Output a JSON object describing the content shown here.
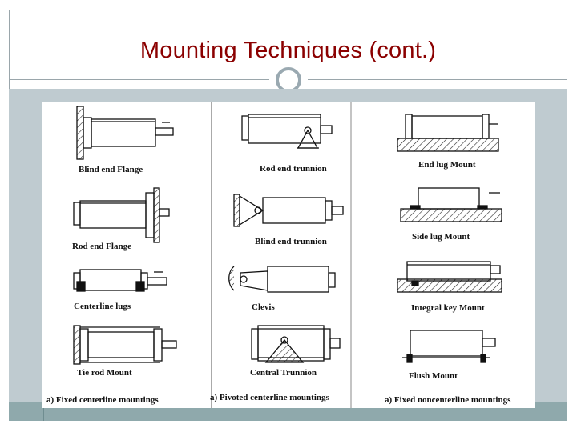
{
  "slide": {
    "title": "Mounting Techniques (cont.)"
  },
  "figure": {
    "columns": [
      {
        "caption": "a) Fixed centerline mountings",
        "items": [
          "Blind end Flange",
          "Rod end Flange",
          "Centerline lugs",
          "Tie rod Mount"
        ]
      },
      {
        "caption": "a) Pivoted centerline mountings",
        "items": [
          "Rod end trunnion",
          "Blind end trunnion",
          "Clevis",
          "Central Trunnion"
        ]
      },
      {
        "caption": "a) Fixed noncenterline mountings",
        "items": [
          "End lug Mount",
          "Side lug Mount",
          "Integral key Mount",
          "Flush Mount"
        ]
      }
    ]
  },
  "colors": {
    "title": "#8b0000",
    "frame": "#9aa6ab",
    "band": "#bfcbd0",
    "footer": "#8fa9ac",
    "ring": "#9aa9b1"
  }
}
